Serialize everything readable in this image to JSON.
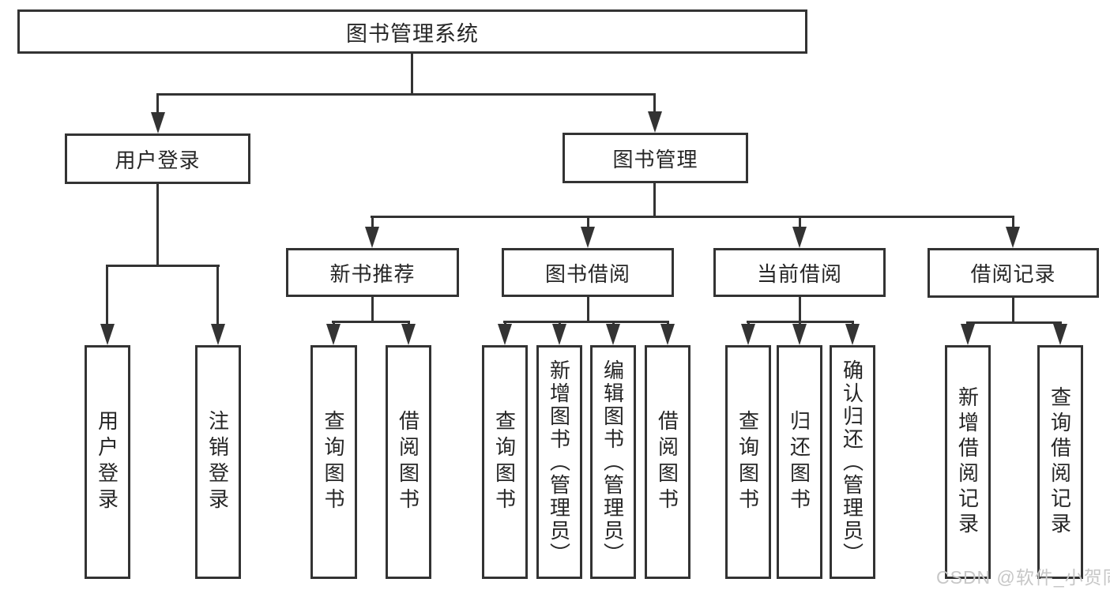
{
  "diagram": {
    "root": {
      "label": "图书管理系统"
    },
    "level2": [
      {
        "label": "用户登录",
        "parent": "图书管理系统"
      },
      {
        "label": "图书管理",
        "parent": "图书管理系统"
      }
    ],
    "level3": [
      {
        "label": "新书推荐",
        "parent": "图书管理"
      },
      {
        "label": "图书借阅",
        "parent": "图书管理"
      },
      {
        "label": "当前借阅",
        "parent": "图书管理"
      },
      {
        "label": "借阅记录",
        "parent": "图书管理"
      }
    ],
    "leaves": [
      {
        "label": "用户登录",
        "parent": "用户登录"
      },
      {
        "label": "注销登录",
        "parent": "用户登录"
      },
      {
        "label": "查询图书",
        "parent": "新书推荐"
      },
      {
        "label": "借阅图书",
        "parent": "新书推荐"
      },
      {
        "label": "查询图书",
        "parent": "图书借阅"
      },
      {
        "label": "新增图书（管理员）",
        "parent": "图书借阅"
      },
      {
        "label": "编辑图书（管理员）",
        "parent": "图书借阅"
      },
      {
        "label": "借阅图书",
        "parent": "图书借阅"
      },
      {
        "label": "查询图书",
        "parent": "当前借阅"
      },
      {
        "label": "归还图书",
        "parent": "当前借阅"
      },
      {
        "label": "确认归还（管理员）",
        "parent": "当前借阅"
      },
      {
        "label": "新增借阅记录",
        "parent": "借阅记录"
      },
      {
        "label": "查询借阅记录",
        "parent": "借阅记录"
      }
    ]
  },
  "watermark": {
    "text": "CSDN @软件_小贺同学"
  },
  "colors": {
    "line": "#333333",
    "box_border": "#333333",
    "box_fill": "#ffffff",
    "text": "#262626",
    "watermark": "#c7c7c7",
    "background": "#ffffff"
  }
}
